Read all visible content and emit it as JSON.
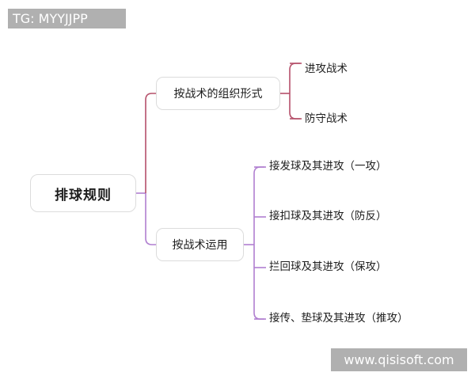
{
  "diagram": {
    "type": "mindmap",
    "root": {
      "label": "排球规则"
    },
    "branches": [
      {
        "label": "按战术的组织形式",
        "edge_color": "#b5506a",
        "children": [
          {
            "label": "进攻战术"
          },
          {
            "label": "防守战术"
          }
        ]
      },
      {
        "label": "按战术运用",
        "edge_color": "#b07fd0",
        "children": [
          {
            "label": "接发球及其进攻（一攻）"
          },
          {
            "label": "接扣球及其进攻（防反）"
          },
          {
            "label": "拦回球及其进攻（保攻）"
          },
          {
            "label": "接传、垫球及其进攻（推攻）"
          }
        ]
      }
    ]
  },
  "colors": {
    "background": "#ffffff",
    "node_fill": "#ffffff",
    "node_border": "#dcdcdc",
    "text": "#1d1d1d",
    "edge_crimson": "#b5506a",
    "edge_purple": "#b07fd0",
    "watermark_bg": "#b0b0b0",
    "watermark_text": "#ffffff"
  },
  "watermarks": {
    "top_left": "TG: MYYJJPP",
    "bottom_right": "www.qisisoft.com"
  }
}
